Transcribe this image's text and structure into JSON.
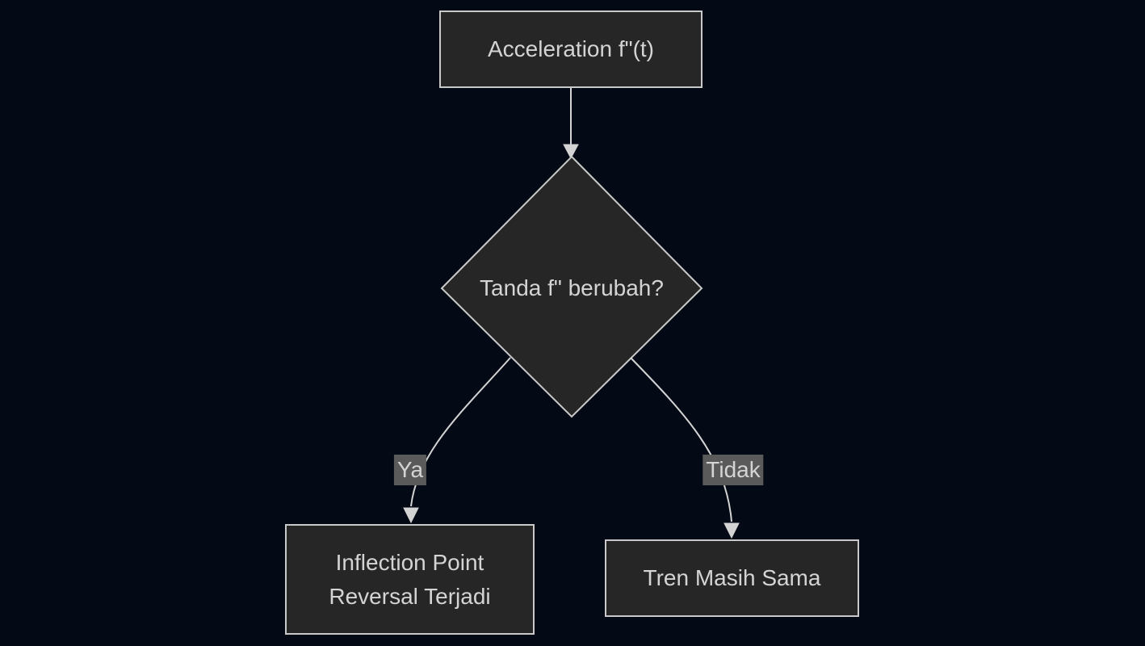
{
  "colors": {
    "bg": "#040a15",
    "node_fill": "#262626",
    "node_border": "#c9c9c9",
    "text_color": "#d4d4d4",
    "edge_color": "#d3d3d3",
    "edge_label_bg": "#5a5a5a"
  },
  "diagram": {
    "type": "flowchart",
    "direction": "top-down",
    "nodes": {
      "start": {
        "shape": "rect",
        "label": "Acceleration f\"(t)"
      },
      "decision": {
        "shape": "diamond",
        "label": "Tanda f\" berubah?"
      },
      "yes_result": {
        "shape": "rect",
        "lines": [
          "Inflection Point",
          "Reversal Terjadi"
        ]
      },
      "no_result": {
        "shape": "rect",
        "label": "Tren Masih Sama"
      }
    },
    "edges": [
      {
        "from": "start",
        "to": "decision",
        "label": ""
      },
      {
        "from": "decision",
        "to": "yes_result",
        "label": "Ya"
      },
      {
        "from": "decision",
        "to": "no_result",
        "label": "Tidak"
      }
    ]
  }
}
